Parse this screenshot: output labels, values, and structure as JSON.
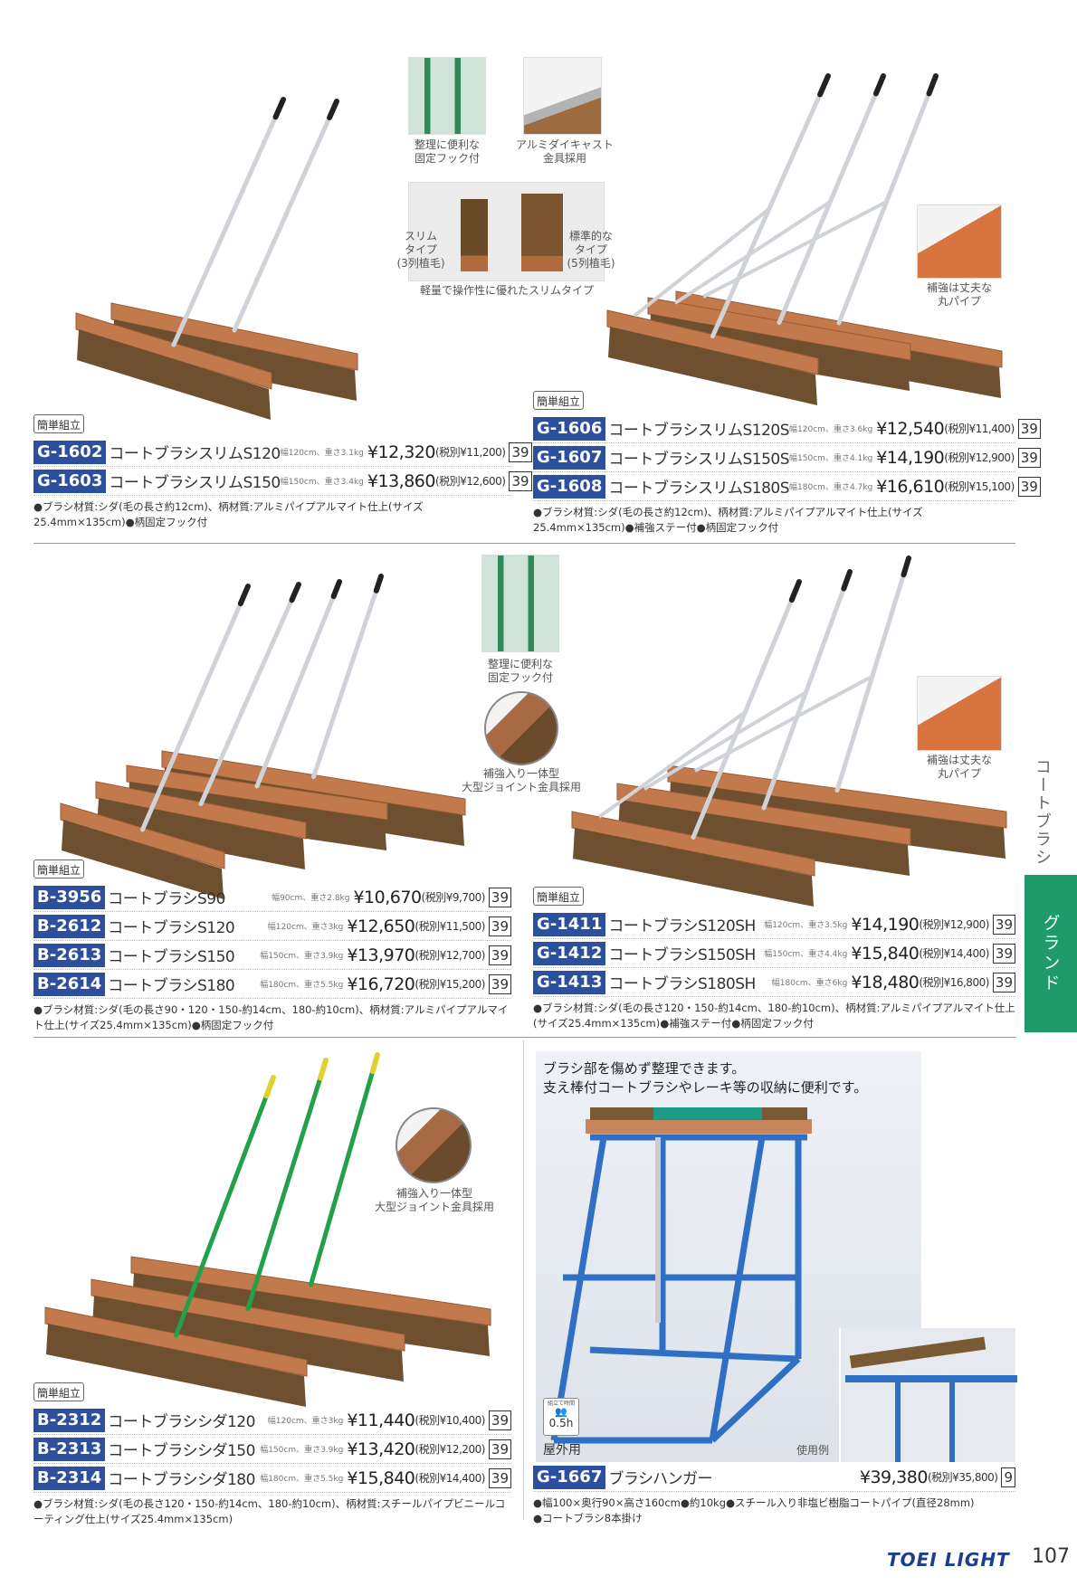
{
  "captions": {
    "hook_top": "整理に便利な\n固定フック付",
    "alu": "アルミダイキャスト\n金具採用",
    "slim_type": "スリム\nタイプ\n(3列植毛)",
    "std_type": "標準的な\nタイプ\n(5列植毛)",
    "slim_desc": "軽量で操作性に優れたスリムタイプ",
    "pipe_top": "補強は丈夫な\n丸パイプ",
    "hook_mid": "整理に便利な\n固定フック付",
    "joint_mid": "補強入り一体型\n大型ジョイント金具採用",
    "pipe_mid": "補強は丈夫な\n丸パイプ",
    "joint_bottom": "補強入り一体型\n大型ジョイント金具採用"
  },
  "groups": [
    {
      "assembly": "簡単組立",
      "products": [
        {
          "code": "G-1602",
          "name": "コートブラシスリムS120",
          "spec": "幅120cm、重さ3.1kg",
          "price": "¥12,320",
          "tax": "(税別¥11,200)",
          "page": "39"
        },
        {
          "code": "G-1603",
          "name": "コートブラシスリムS150",
          "spec": "幅150cm、重さ3.4kg",
          "price": "¥13,860",
          "tax": "(税別¥12,600)",
          "page": "39"
        }
      ],
      "notes": "●ブラシ材質:シダ(毛の長さ約12cm)、柄材質:アルミパイプアルマイト仕上(サイズ25.4mm×135cm)●柄固定フック付"
    },
    {
      "assembly": "簡単組立",
      "products": [
        {
          "code": "G-1606",
          "name": "コートブラシスリムS120S",
          "spec": "幅120cm、重さ3.6kg",
          "price": "¥12,540",
          "tax": "(税別¥11,400)",
          "page": "39"
        },
        {
          "code": "G-1607",
          "name": "コートブラシスリムS150S",
          "spec": "幅150cm、重さ4.1kg",
          "price": "¥14,190",
          "tax": "(税別¥12,900)",
          "page": "39"
        },
        {
          "code": "G-1608",
          "name": "コートブラシスリムS180S",
          "spec": "幅180cm、重さ4.7kg",
          "price": "¥16,610",
          "tax": "(税別¥15,100)",
          "page": "39"
        }
      ],
      "notes": "●ブラシ材質:シダ(毛の長さ約12cm)、柄材質:アルミパイプアルマイト仕上(サイズ25.4mm×135cm)●補強ステー付●柄固定フック付"
    },
    {
      "assembly": "簡単組立",
      "products": [
        {
          "code": "B-3956",
          "name": "コートブラシS90",
          "spec": "幅90cm、重さ2.8kg",
          "price": "¥10,670",
          "tax": "(税別¥9,700)",
          "page": "39"
        },
        {
          "code": "B-2612",
          "name": "コートブラシS120",
          "spec": "幅120cm、重さ3kg",
          "price": "¥12,650",
          "tax": "(税別¥11,500)",
          "page": "39"
        },
        {
          "code": "B-2613",
          "name": "コートブラシS150",
          "spec": "幅150cm、重さ3.9kg",
          "price": "¥13,970",
          "tax": "(税別¥12,700)",
          "page": "39"
        },
        {
          "code": "B-2614",
          "name": "コートブラシS180",
          "spec": "幅180cm、重さ5.5kg",
          "price": "¥16,720",
          "tax": "(税別¥15,200)",
          "page": "39"
        }
      ],
      "notes": "●ブラシ材質:シダ(毛の長さ90・120・150-約14cm、180-約10cm)、柄材質:アルミパイプアルマイト仕上(サイズ25.4mm×135cm)●柄固定フック付"
    },
    {
      "assembly": "簡単組立",
      "products": [
        {
          "code": "G-1411",
          "name": "コートブラシS120SH",
          "spec": "幅120cm、重さ3.5kg",
          "price": "¥14,190",
          "tax": "(税別¥12,900)",
          "page": "39"
        },
        {
          "code": "G-1412",
          "name": "コートブラシS150SH",
          "spec": "幅150cm、重さ4.4kg",
          "price": "¥15,840",
          "tax": "(税別¥14,400)",
          "page": "39"
        },
        {
          "code": "G-1413",
          "name": "コートブラシS180SH",
          "spec": "幅180cm、重さ6kg",
          "price": "¥18,480",
          "tax": "(税別¥16,800)",
          "page": "39"
        }
      ],
      "notes": "●ブラシ材質:シダ(毛の長さ120・150-約14cm、180-約10cm)、柄材質:アルミパイプアルマイト仕上(サイズ25.4mm×135cm)●補強ステー付●柄固定フック付"
    },
    {
      "assembly": "簡単組立",
      "products": [
        {
          "code": "B-2312",
          "name": "コートブラシシダ120",
          "spec": "幅120cm、重さ3kg",
          "price": "¥11,440",
          "tax": "(税別¥10,400)",
          "page": "39"
        },
        {
          "code": "B-2313",
          "name": "コートブラシシダ150",
          "spec": "幅150cm、重さ3.9kg",
          "price": "¥13,420",
          "tax": "(税別¥12,200)",
          "page": "39"
        },
        {
          "code": "B-2314",
          "name": "コートブラシシダ180",
          "spec": "幅180cm、重さ5.5kg",
          "price": "¥15,840",
          "tax": "(税別¥14,400)",
          "page": "39"
        }
      ],
      "notes": "●ブラシ材質:シダ(毛の長さ120・150-約14cm、180-約10cm)、柄材質:スチールパイプビニールコーティング仕上(サイズ25.4mm×135cm)"
    },
    {
      "assembly": null,
      "products": [
        {
          "code": "G-1667",
          "name": "ブラシハンガー",
          "spec": "",
          "price": "¥39,380",
          "tax": "(税別¥35,800)",
          "page": "9"
        }
      ],
      "notes": "●幅100×奥行90×高さ160cm●約10kg●スチール入り非塩ビ樹脂コートパイプ(直径28mm)\n●コートブラシ8本掛け"
    }
  ],
  "hanger_panel": {
    "line1": "ブラシ部を傷めず整理できます。",
    "line2": "支え棒付コートブラシやレーキ等の収納に便利です。",
    "assembly_time_label": "組立て時間",
    "assembly_time": "0.5h",
    "outdoor": "屋外用",
    "usage_example": "使用例"
  },
  "side": {
    "category": "コートブラシ",
    "tab": "グランド"
  },
  "footer": {
    "brand": "TOEI LIGHT",
    "page_number": "107"
  },
  "colors": {
    "code_badge": "#2c4f9e",
    "side_tab": "#1f9a6a",
    "brand": "#1d3e8f"
  }
}
